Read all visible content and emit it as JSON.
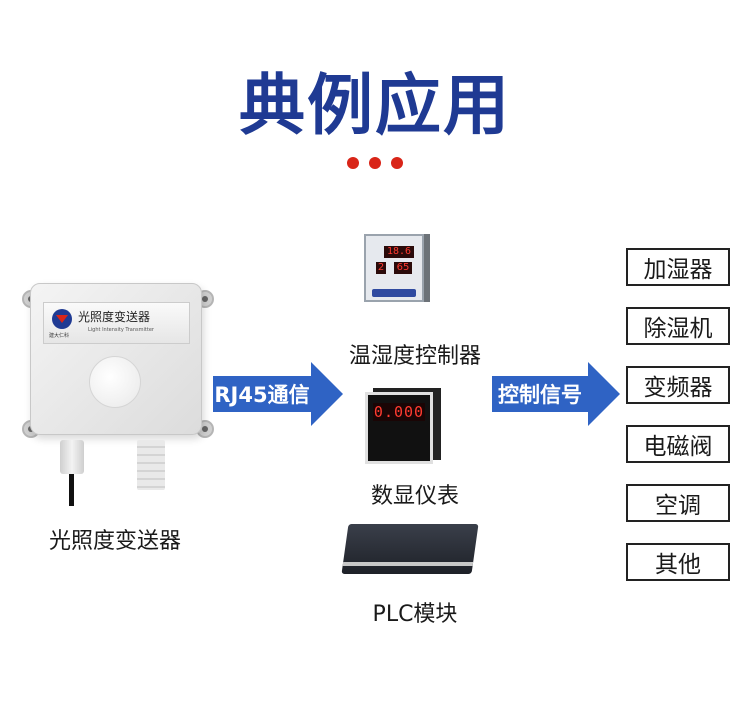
{
  "header": {
    "title": "典例应用",
    "accent_color": "#1f3a93",
    "dot_color": "#d92518"
  },
  "source_device": {
    "label": "光照度变送器",
    "plate_title": "光照度变送器",
    "plate_subtitle": "Light Intensity Transmitter",
    "plate_brand": "建大仁科"
  },
  "arrows": [
    {
      "label": "RJ45通信",
      "color": "#2f63c4"
    },
    {
      "label": "控制信号",
      "color": "#2f63c4"
    }
  ],
  "controllers": [
    {
      "label": "温湿度控制器",
      "display_top": "18.6",
      "display_left": "2",
      "display_right": "65"
    },
    {
      "label": "数显仪表",
      "display": "0.000"
    },
    {
      "label": "PLC模块"
    }
  ],
  "outputs": [
    "加湿器",
    "除湿机",
    "变频器",
    "电磁阀",
    "空调",
    "其他"
  ]
}
